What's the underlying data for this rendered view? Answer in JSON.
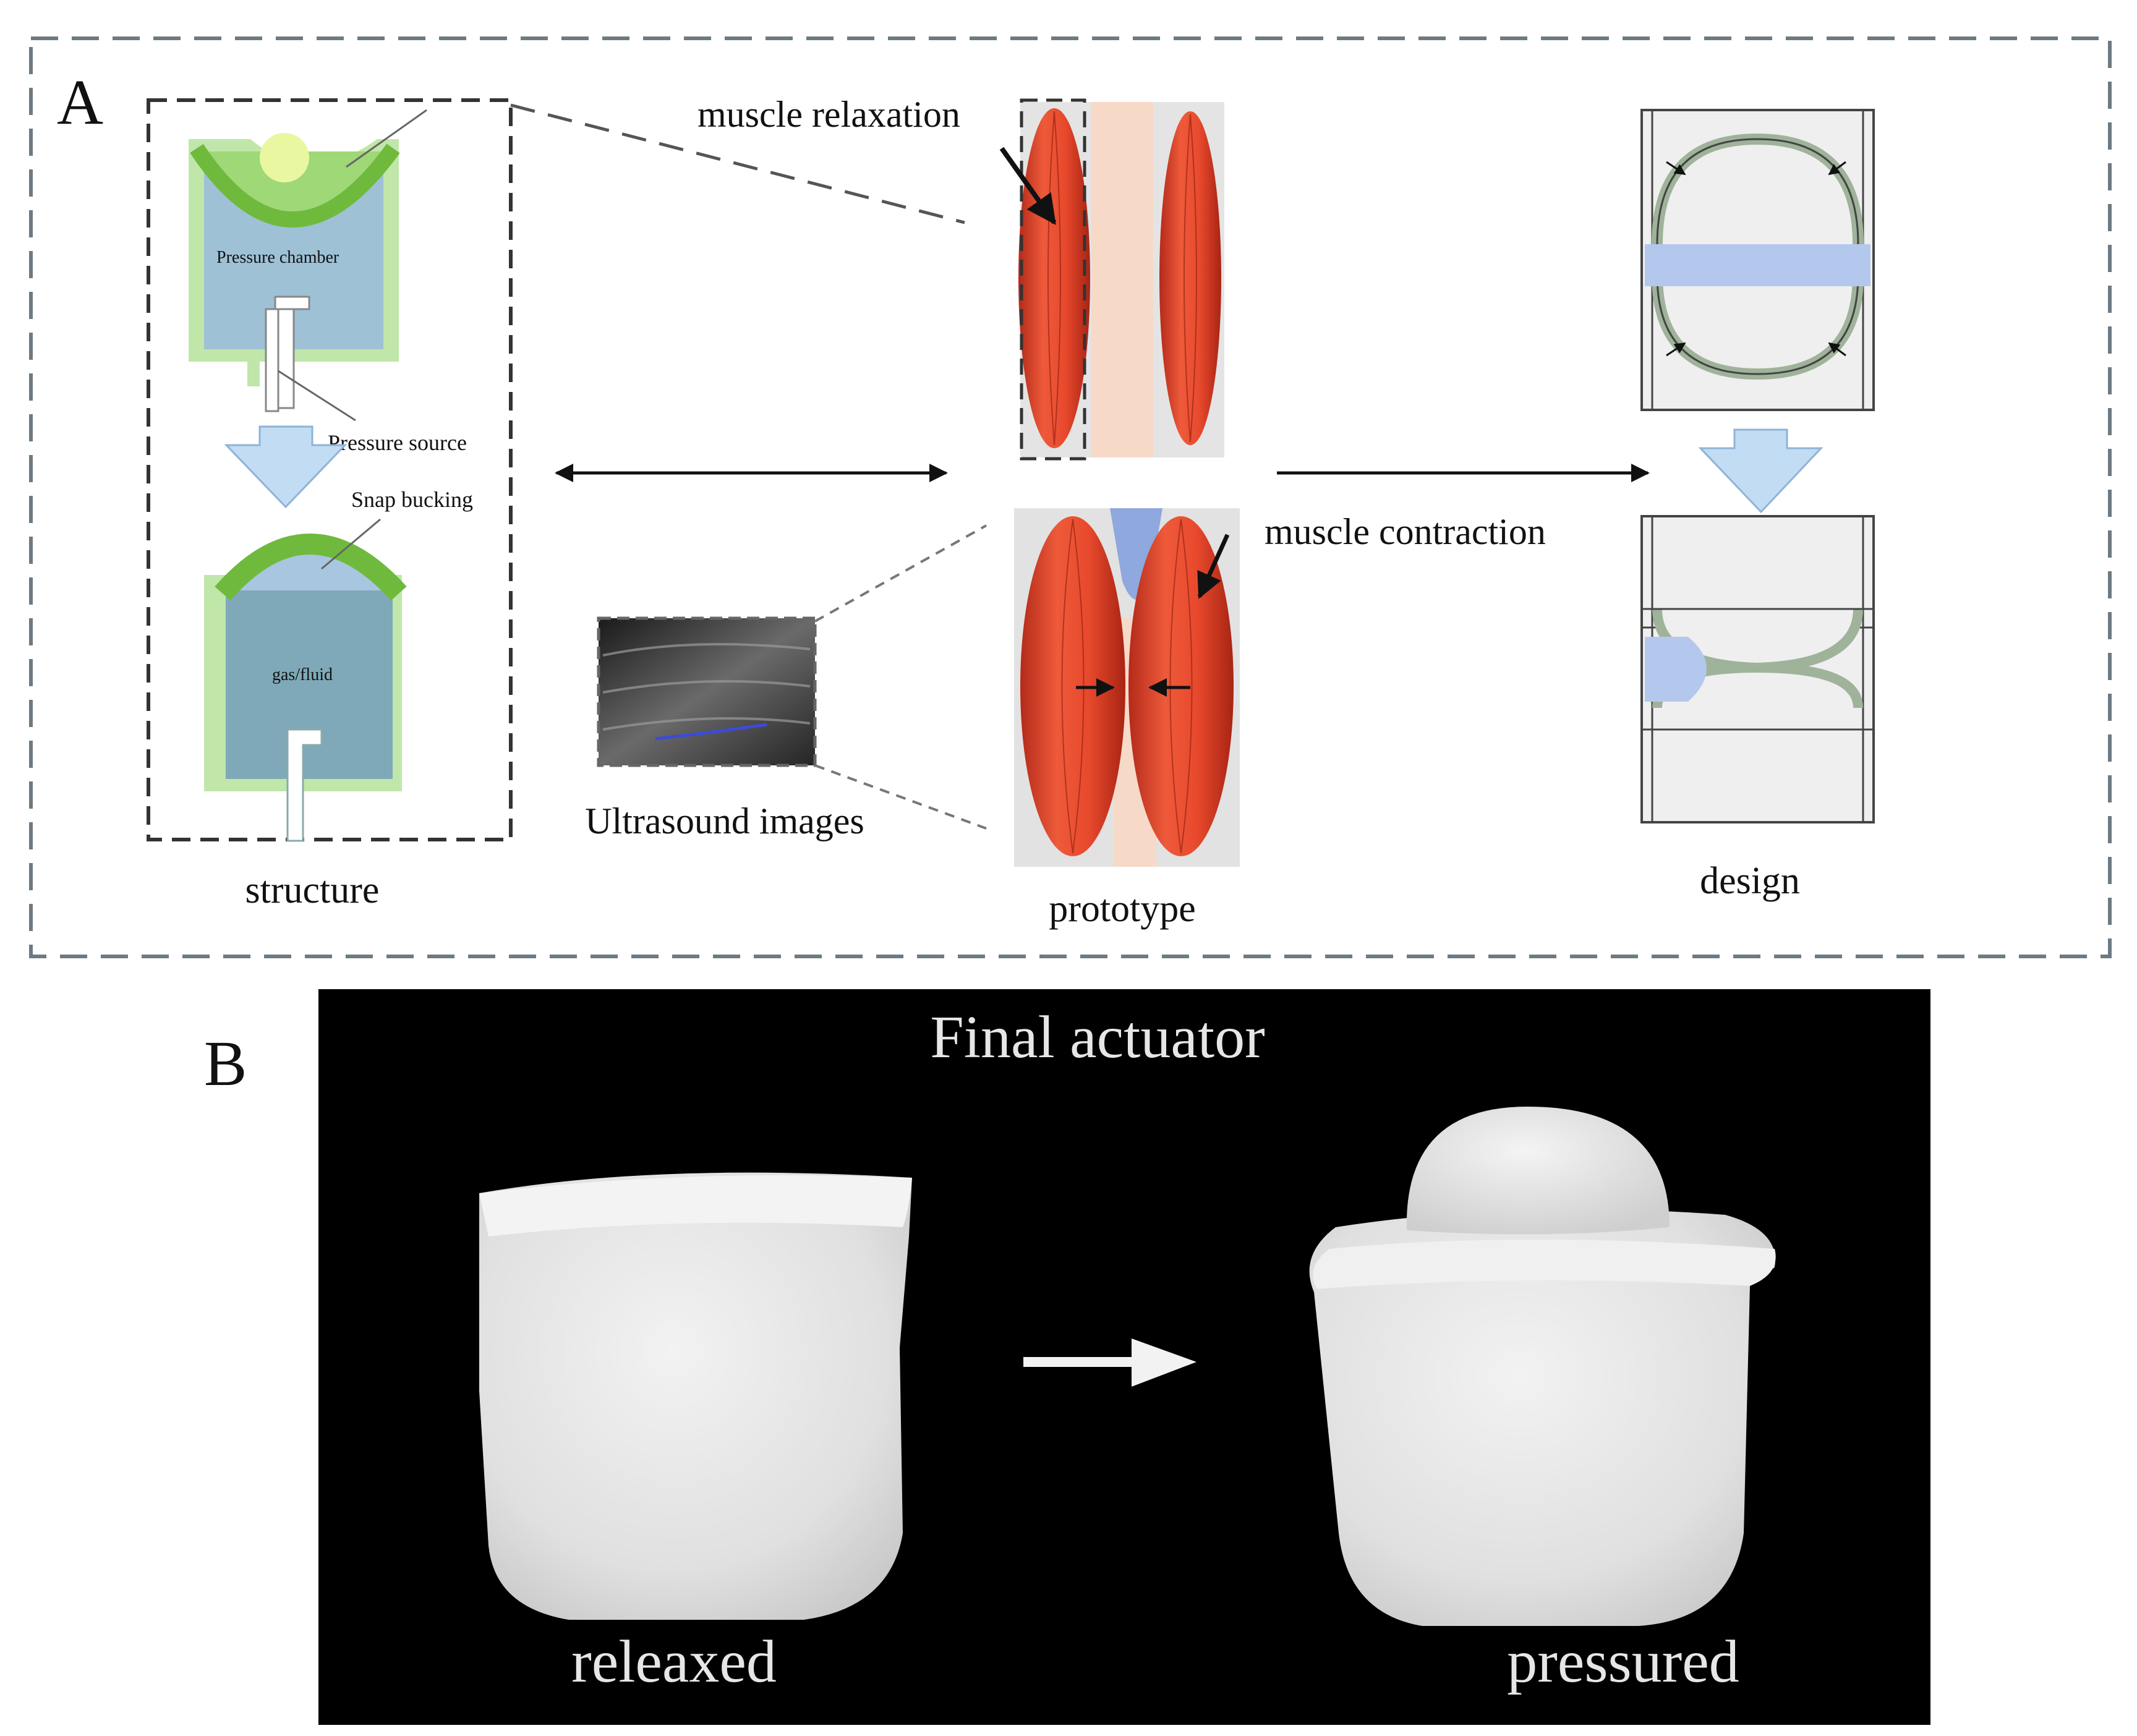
{
  "panel_a": {
    "letter": "A",
    "structure": {
      "chamber_label": "Pressure chamber",
      "source_label": "Pressure source",
      "snap_label": "Snap bucking",
      "fluid_label": "gas/fluid",
      "caption": "structure"
    },
    "ultrasound": {
      "caption": "Ultrasound images"
    },
    "prototype": {
      "relax_label": "muscle relaxation",
      "contract_label": "muscle contraction",
      "caption": "prototype"
    },
    "design": {
      "caption": "design"
    }
  },
  "panel_b": {
    "letter": "B",
    "title": "Final actuator",
    "left_caption": "releaxed",
    "right_caption": "pressured"
  },
  "colors": {
    "chamber_green": "#a8d98a",
    "membrane_green": "#7cc242",
    "chamber_blue": "#8fb2c8",
    "flow_arrow_blue": "#bcd7f2",
    "muscle_red": "#e2462c",
    "design_blue": "#b4c8ee",
    "photo_background": "#000000"
  }
}
